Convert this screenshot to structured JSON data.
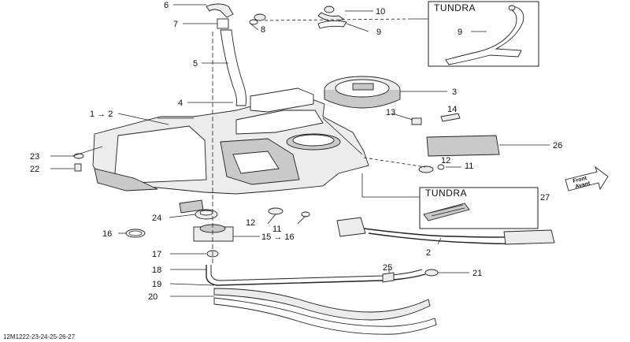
{
  "callouts": {
    "c6": "6",
    "c10": "10",
    "c7": "7",
    "c8": "8",
    "c9a": "9",
    "c5": "5",
    "c3": "3",
    "c4": "4",
    "c12": "1 → 2",
    "c13": "13",
    "c14": "14",
    "c26": "26",
    "c23": "23",
    "c22": "22",
    "c12b": "12",
    "c11": "11",
    "c27": "27",
    "c24": "24",
    "c12c": "12",
    "c11b": "11",
    "c16": "16",
    "c1516": "15 → 16",
    "c2": "2",
    "c17": "17",
    "c18": "18",
    "c25": "25",
    "c21": "21",
    "c19": "19",
    "c20": "20",
    "c9b": "9"
  },
  "boxes": {
    "tundra_top": "TUNDRA",
    "tundra_mid": "TUNDRA"
  },
  "front_arrow": {
    "line1": "Front",
    "line2": "Avant"
  },
  "diagram_code": "12M1222-23-24-25-26-27"
}
